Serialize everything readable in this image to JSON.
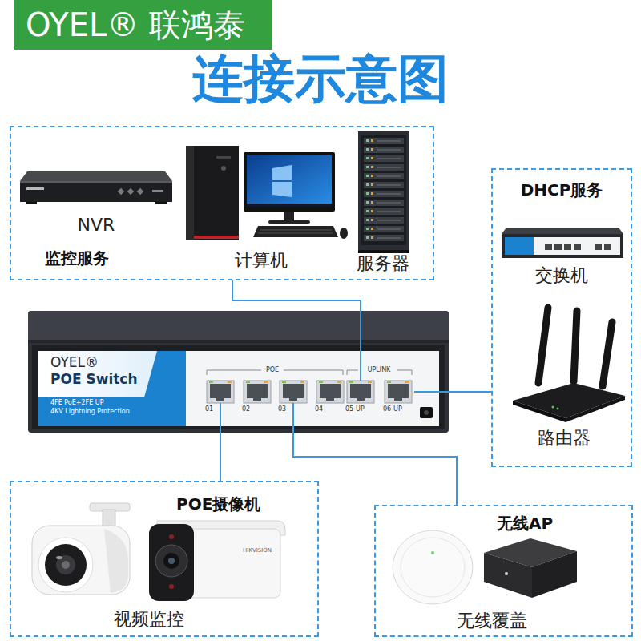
{
  "diagram": {
    "title": "连接示意图",
    "nodes": [
      {
        "text": [
          "监控服务"
        ]
      },
      {
        "text": [
          "NVR"
        ],
        "in": 0
      },
      {
        "text": [
          "计算机"
        ],
        "in": 0
      },
      {
        "text": [
          "服务器"
        ],
        "in": 0
      },
      {
        "text": [
          "DHCP服务"
        ]
      },
      {
        "text": [
          "交换机"
        ],
        "in": 4
      },
      {
        "text": [
          "路由器"
        ],
        "in": 4
      },
      {
        "text": [
          "OYEL®",
          "POE Switch",
          "4FE PoE+2FE UP",
          "4KV Lightning Protection",
          "POE",
          "UPLINK"
        ]
      },
      {
        "text": [
          "01"
        ],
        "in": 7
      },
      {
        "text": [
          "02"
        ],
        "in": 7
      },
      {
        "text": [
          "03"
        ],
        "in": 7
      },
      {
        "text": [
          "04"
        ],
        "in": 7
      },
      {
        "text": [
          "05-UP"
        ],
        "in": 7
      },
      {
        "text": [
          "06-UP"
        ],
        "in": 7
      },
      {
        "text": [
          "POE摄像机",
          "视频监控"
        ]
      },
      {
        "text": [
          "无线AP",
          "无线覆盖"
        ]
      }
    ],
    "edges": [
      {
        "from": 12,
        "to": 0,
        "arrow": "none"
      },
      {
        "from": 13,
        "to": 4,
        "arrow": "none"
      },
      {
        "from": 8,
        "to": 14,
        "arrow": "none"
      },
      {
        "from": 10,
        "to": 15,
        "arrow": "none"
      }
    ],
    "labels": [
      "OYEL® 联鸿泰",
      "HIKVISION"
    ]
  }
}
